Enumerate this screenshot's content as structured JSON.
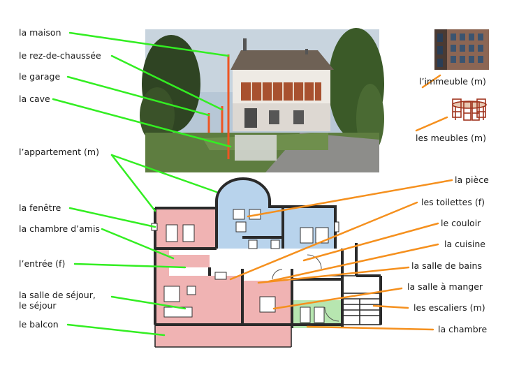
{
  "left_labels": [
    {
      "id": "maison",
      "text": "la maison"
    },
    {
      "id": "rdc",
      "text": "le rez-de-chaussée"
    },
    {
      "id": "garage",
      "text": "le garage"
    },
    {
      "id": "cave",
      "text": "la cave"
    },
    {
      "id": "appartement",
      "text": "l’appartement (m)"
    },
    {
      "id": "fenetre",
      "text": "la fenêtre"
    },
    {
      "id": "chambre_amis",
      "text": "la chambre d’amis"
    },
    {
      "id": "entree",
      "text": "l’entrée (f)"
    },
    {
      "id": "sejour1",
      "text": "la salle de séjour,"
    },
    {
      "id": "sejour2",
      "text": "le séjour"
    },
    {
      "id": "balcon",
      "text": "le balcon"
    }
  ],
  "right_labels": [
    {
      "id": "immeuble",
      "text": "l’immeuble (m)"
    },
    {
      "id": "meubles",
      "text": "les meubles (m)"
    },
    {
      "id": "piece",
      "text": "la pièce"
    },
    {
      "id": "toilettes",
      "text": "les toilettes (f)"
    },
    {
      "id": "couloir",
      "text": "le couloir"
    },
    {
      "id": "cuisine",
      "text": "la cuisine"
    },
    {
      "id": "salle_bains",
      "text": "la salle de bains"
    },
    {
      "id": "salle_manger",
      "text": "la salle à manger"
    },
    {
      "id": "escaliers",
      "text": "les escaliers (m)"
    },
    {
      "id": "chambre",
      "text": "la chambre"
    }
  ],
  "colors": {
    "green_line": "#33ee22",
    "orange_line": "#f5901e",
    "pink_room": "#f0b3b3",
    "blue_room": "#b8d3ec",
    "green_room": "#b7e6b0",
    "red_marker": "#ee5522"
  }
}
